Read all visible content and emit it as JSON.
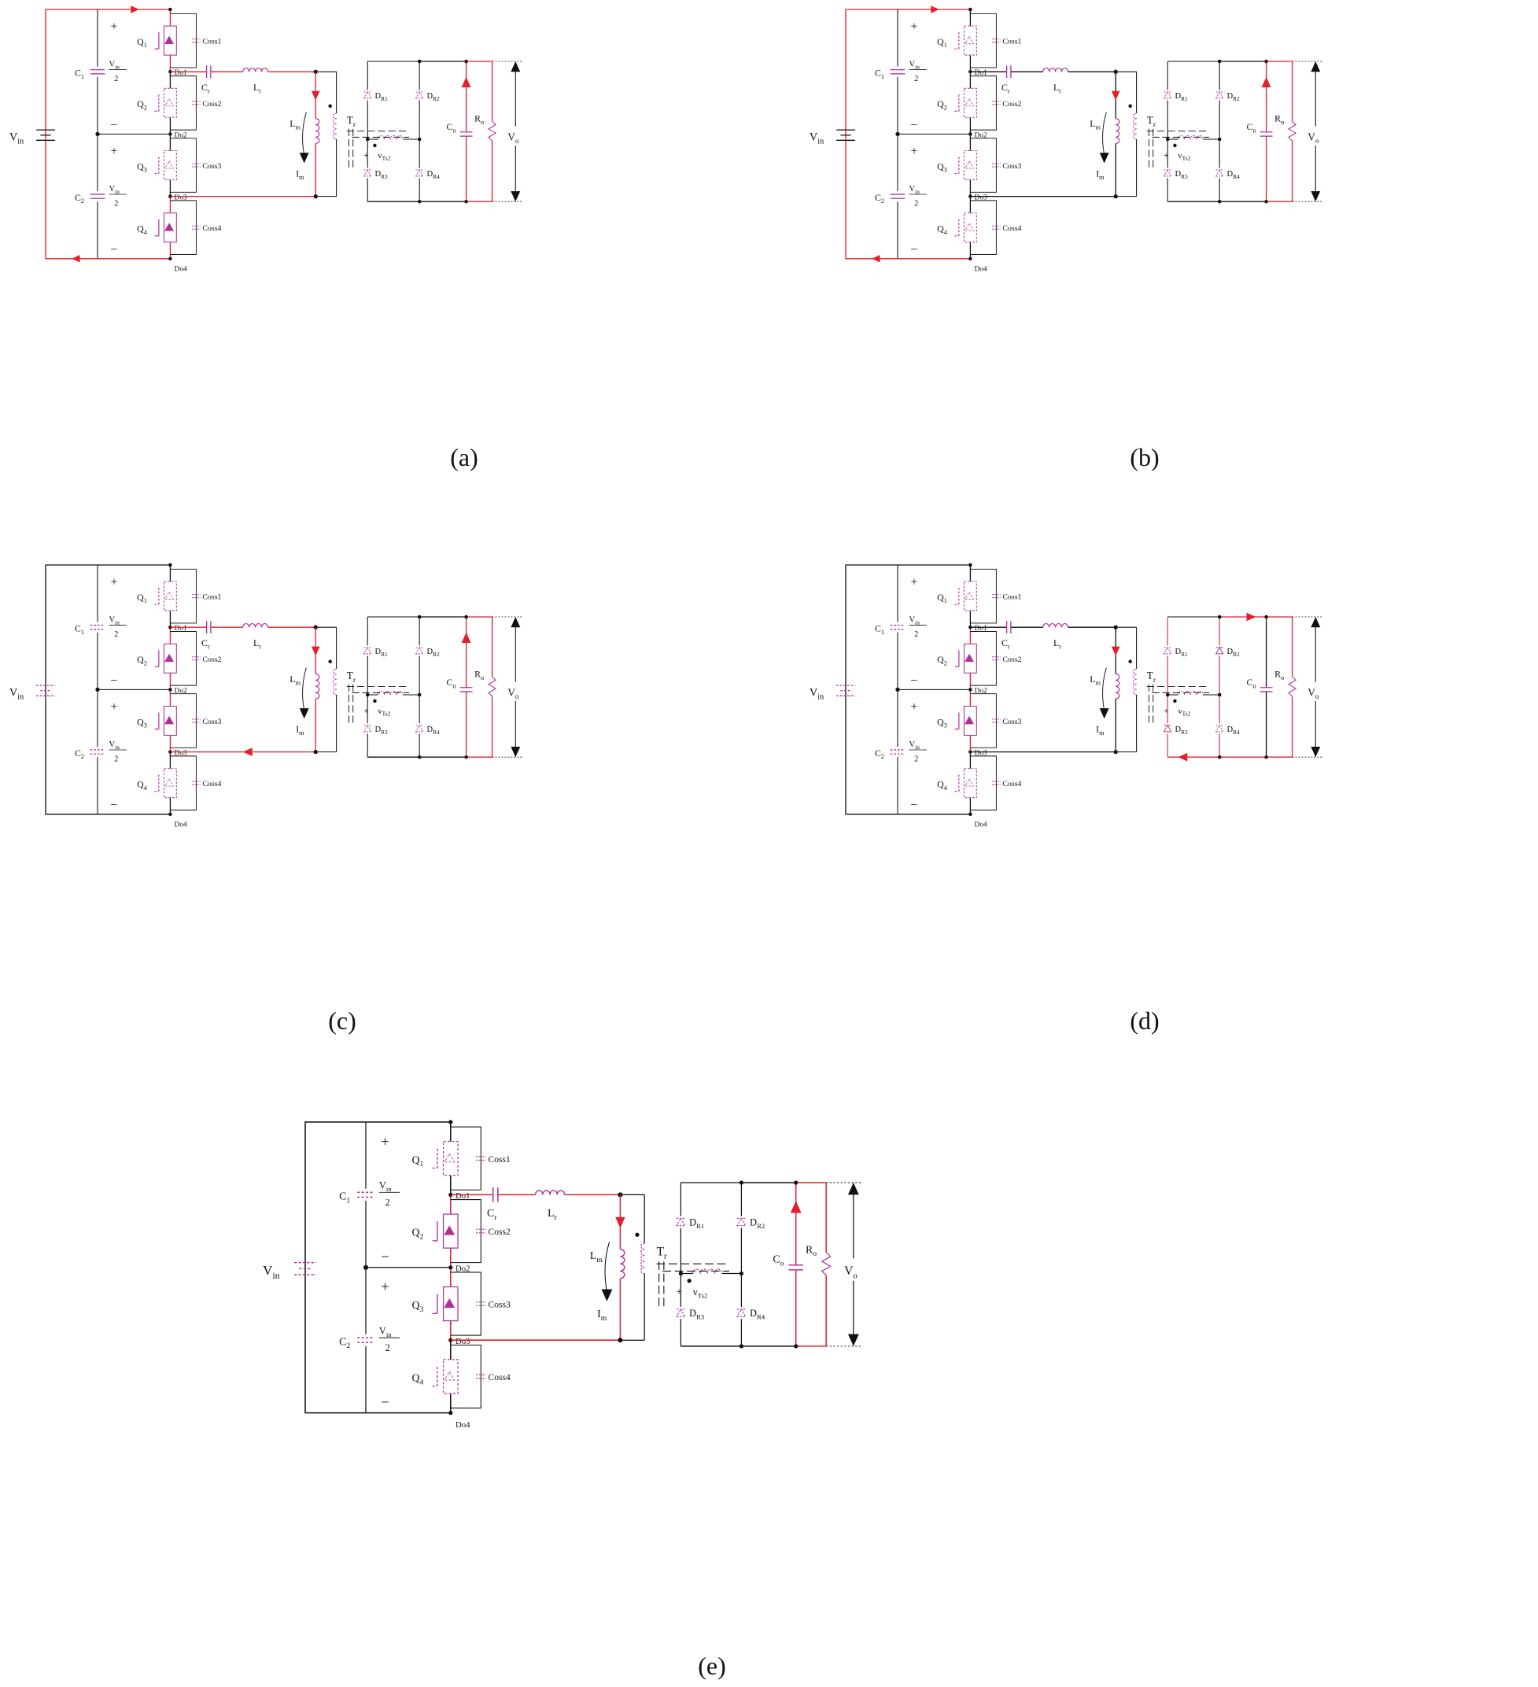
{
  "figure": {
    "panels": [
      {
        "caption": "(a)",
        "active": {
          "left_loop": true,
          "Q1": "on",
          "Q2": "off",
          "Q3": "off",
          "Q4": "on",
          "Cr": true,
          "Lm_arrow": true,
          "return": false,
          "Co_arrow": true,
          "out_top": false,
          "out_bottom": false,
          "DR2": false,
          "DR3": false,
          "vin_battery": true,
          "vin_cap": false
        },
        "highlight_color": "#e0202a"
      },
      {
        "caption": "(b)",
        "active": {
          "left_loop": true,
          "Q1": "off",
          "Q2": "off",
          "Q3": "off",
          "Q4": "off",
          "Cr": false,
          "Lm_arrow": true,
          "return": false,
          "Co_arrow": true,
          "out_top": false,
          "out_bottom": false,
          "DR2": false,
          "DR3": false,
          "vin_battery": true,
          "vin_cap": false
        },
        "highlight_color": "#e0202a"
      },
      {
        "caption": "(c)",
        "active": {
          "left_loop": false,
          "Q1": "off",
          "Q2": "on",
          "Q3": "on",
          "Q4": "off",
          "Cr": true,
          "Lm_arrow": true,
          "return": true,
          "Co_arrow": true,
          "out_top": false,
          "out_bottom": false,
          "DR2": false,
          "DR3": false,
          "vin_battery": false,
          "vin_cap": true
        },
        "highlight_color": "#e0202a"
      },
      {
        "caption": "(d)",
        "active": {
          "left_loop": false,
          "Q1": "off",
          "Q2": "on",
          "Q3": "on",
          "Q4": "off",
          "Cr": false,
          "Lm_arrow": true,
          "return": false,
          "Co_arrow": false,
          "out_top": true,
          "out_bottom": true,
          "DR2": true,
          "DR3": true,
          "vin_battery": false,
          "vin_cap": true
        },
        "highlight_color": "#e0202a"
      },
      {
        "caption": "(e)",
        "active": {
          "left_loop": false,
          "Q1": "off",
          "Q2": "on",
          "Q3": "on",
          "Q4": "off",
          "Cr": true,
          "Lm_arrow": true,
          "return": false,
          "Co_arrow": true,
          "out_top": false,
          "out_bottom": false,
          "DR2": false,
          "DR3": false,
          "vin_battery": false,
          "vin_cap": true
        },
        "highlight_color": "#e0202a"
      }
    ],
    "labels": {
      "plus": "+",
      "minus": "−",
      "vin_main": "V",
      "vin_sub": "in",
      "vin_half_num": "V",
      "vin_half_sub": "in",
      "vin_half_den": "2",
      "c1": "C",
      "c1_sub": "1",
      "c2": "C",
      "c2_sub": "2",
      "q1": "Q",
      "q1_sub": "1",
      "q2": "Q",
      "q2_sub": "2",
      "q3": "Q",
      "q3_sub": "3",
      "q4": "Q",
      "q4_sub": "4",
      "coss1": "Coss1",
      "coss2": "Coss2",
      "coss3": "Coss3",
      "coss4": "Coss4",
      "do1": "Do1",
      "do2": "Do2",
      "do3": "Do3",
      "do4": "Do4",
      "cr": "C",
      "cr_sub": "r",
      "lr": "L",
      "lr_sub": "r",
      "lm": "L",
      "lm_sub": "m",
      "im": "I",
      "im_sub": "m",
      "tr": "T",
      "tr_sub": "r",
      "dr1": "D",
      "dr1_sub": "R1",
      "dr2": "D",
      "dr2_sub": "R2",
      "dr3": "D",
      "dr3_sub": "R3",
      "dr4": "D",
      "dr4_sub": "R4",
      "vts2": "v",
      "vts2_sub": "Ts2",
      "co": "C",
      "co_sub": "o",
      "ro": "R",
      "ro_sub": "o",
      "vo": "V",
      "vo_sub": "o"
    },
    "colors": {
      "wire": "#111111",
      "active": "#e0202a",
      "component": "#b0309a"
    }
  }
}
